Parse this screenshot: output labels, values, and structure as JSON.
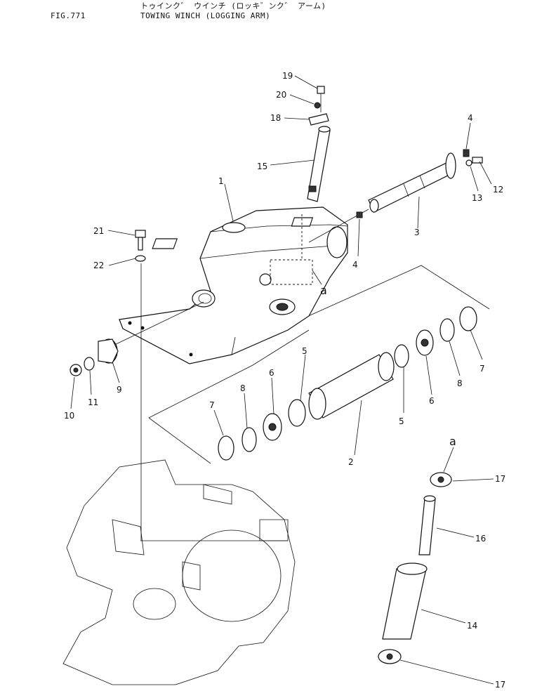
{
  "header": {
    "figure_number": "FIG.771",
    "title_jp": "トゥインク゛ ウインチ (ロッキ゛ンク゛ アーム)",
    "title_en": "TOWING WINCH (LOGGING ARM)"
  },
  "callouts": {
    "p1": "1",
    "p2": "2",
    "p3": "3",
    "p4a": "4",
    "p4b": "4",
    "p5a": "5",
    "p5b": "5",
    "p6a": "6",
    "p6b": "6",
    "p7a": "7",
    "p7b": "7",
    "p8a": "8",
    "p8b": "8",
    "p9": "9",
    "p10": "10",
    "p11": "11",
    "p12": "12",
    "p13": "13",
    "p14": "14",
    "p15": "15",
    "p16": "16",
    "p17a": "17",
    "p17b": "17",
    "p18": "18",
    "p19": "19",
    "p20": "20",
    "p21": "21",
    "p22": "22",
    "ref_a1": "a",
    "ref_a2": "a"
  }
}
